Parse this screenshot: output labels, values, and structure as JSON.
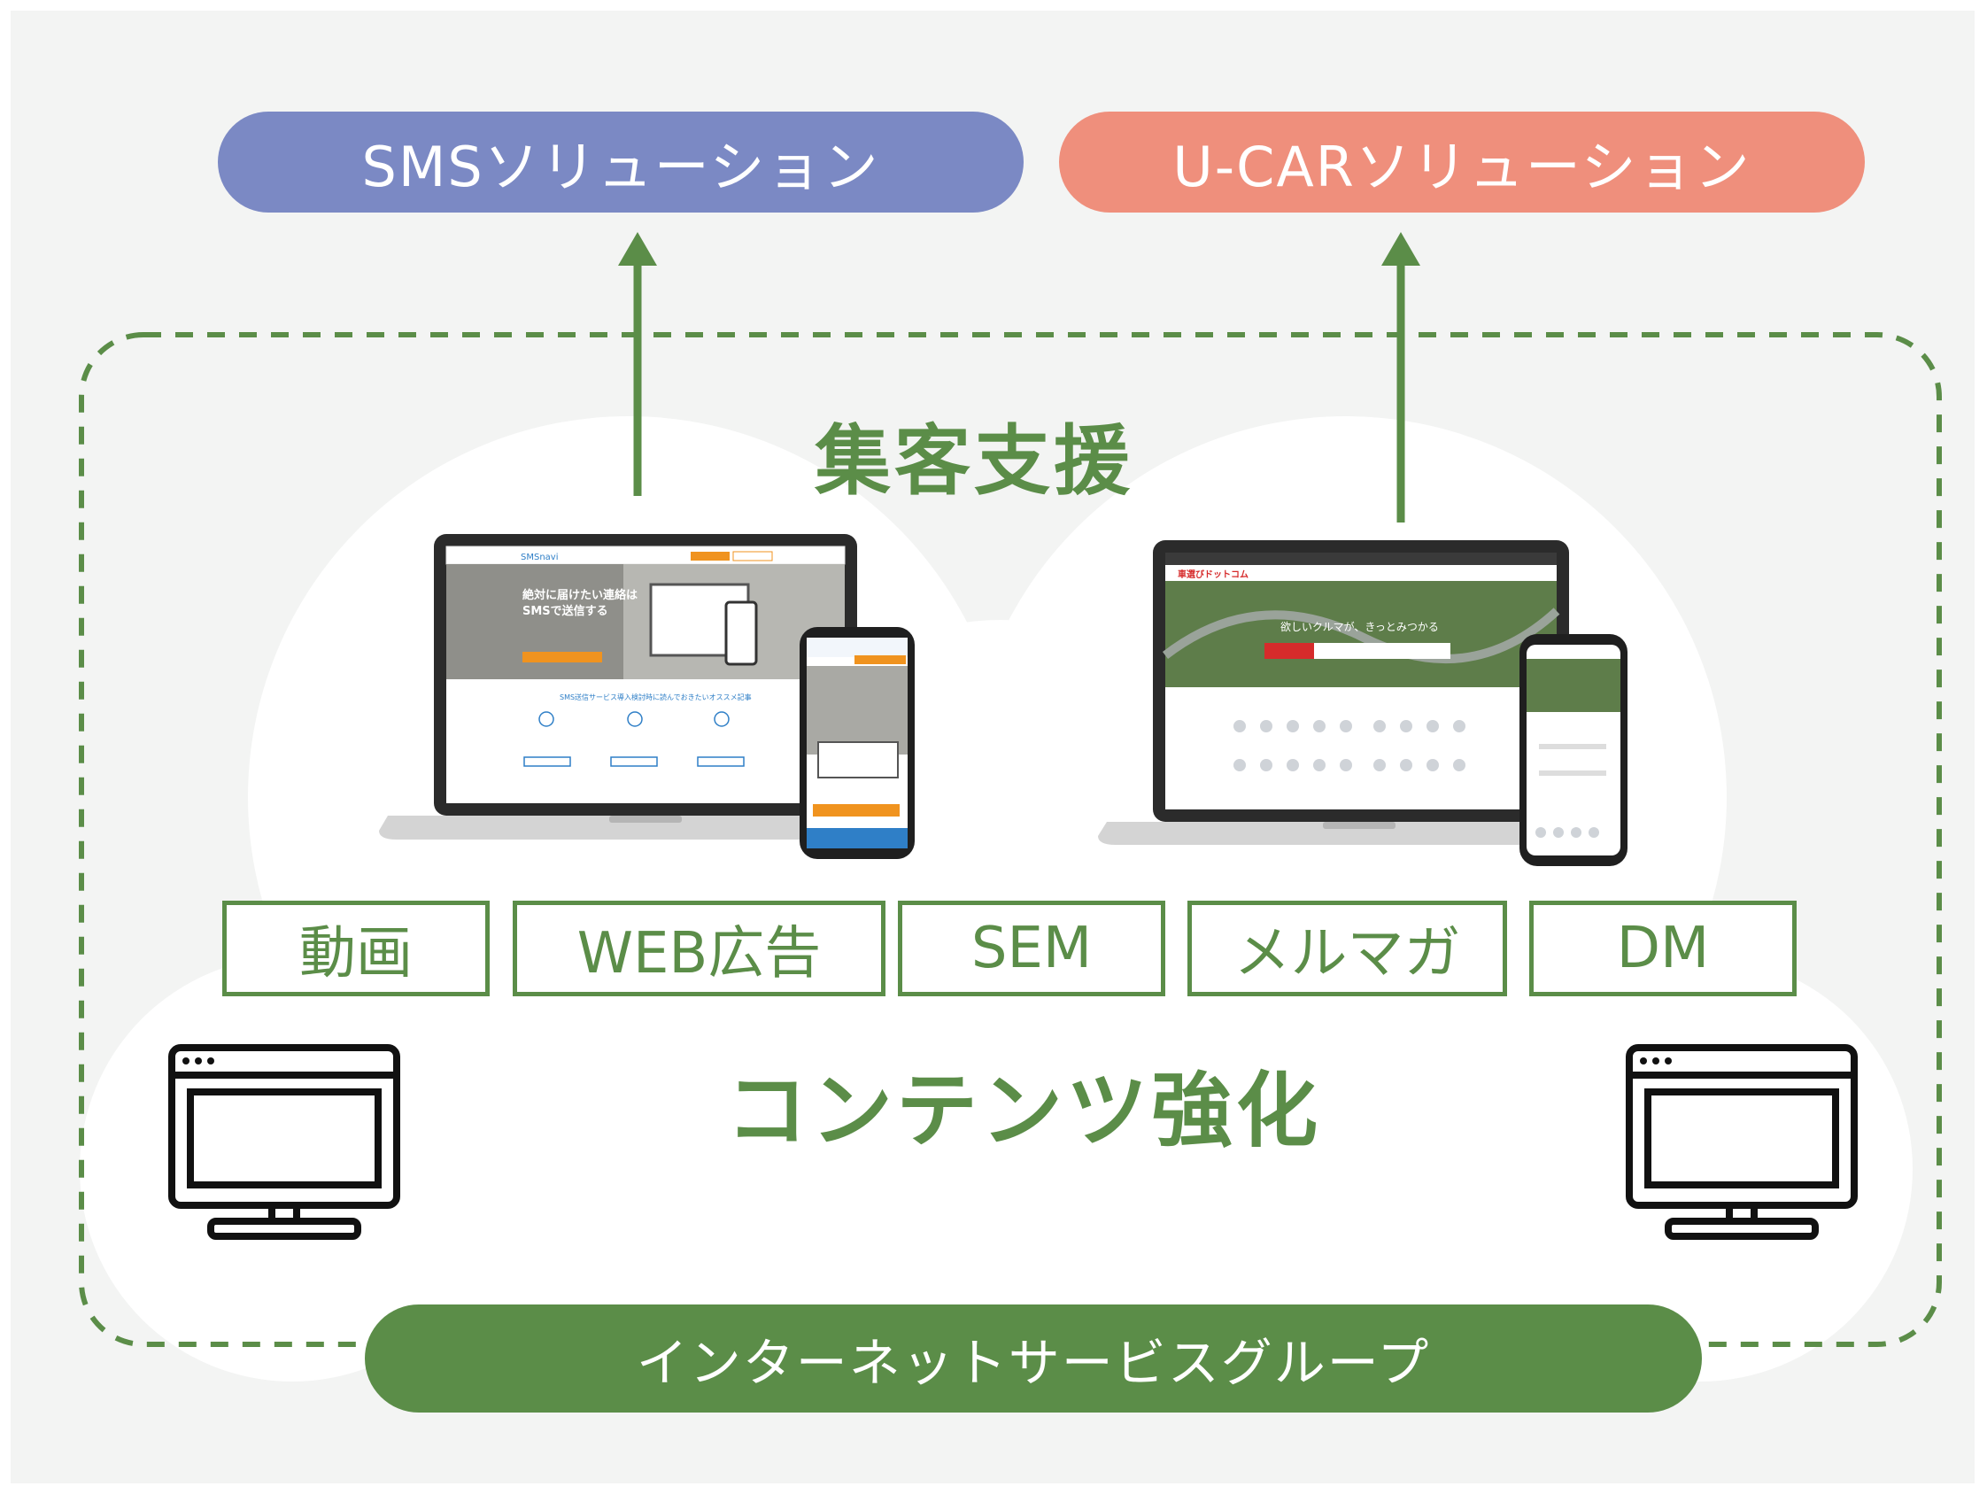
{
  "solutions": {
    "sms": "SMSソリューション",
    "ucar": "U-CARソリューション"
  },
  "center": {
    "support_label": "集客支援",
    "content_label": "コンテンツ強化"
  },
  "channels": [
    "動画",
    "WEB広告",
    "SEM",
    "メルマガ",
    "DM"
  ],
  "group": {
    "label": "インターネットサービスグループ"
  },
  "screens": {
    "sms": {
      "logo": "SMSnavi",
      "headline": [
        "絶対に届けたい連絡は",
        "SMSで送信する"
      ],
      "section_title": "SMS送信サービス導入検討時に読んでおきたいオススメ記事"
    },
    "ucar": {
      "logo": "車選びドットコム",
      "headline": "欲しいクルマが、きっとみつかる"
    }
  },
  "colors": {
    "green": "#5b8d48",
    "sms_pill": "#7b89c4",
    "ucar_pill": "#ef8f7c",
    "background": "#f3f4f3"
  },
  "icons": [
    "monitor-icon-left",
    "monitor-icon-right"
  ]
}
